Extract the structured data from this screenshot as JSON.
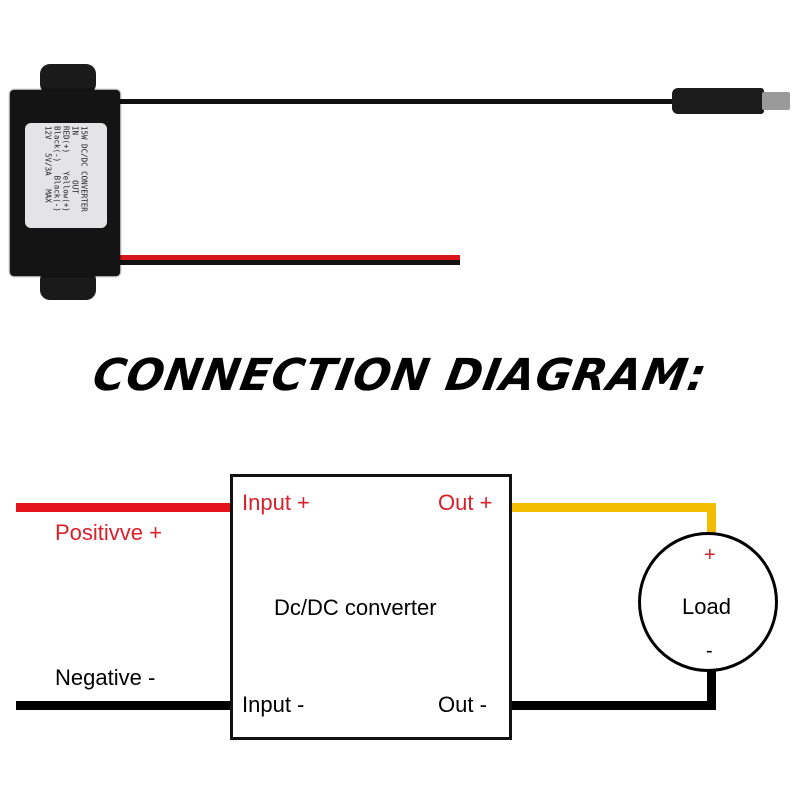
{
  "product": {
    "label_lines": [
      "15W DC/DC CONVERTER",
      "IN          OUT",
      "RED(+)    Yellow(+)",
      "Black(-)   Black(-)",
      "12V   5V/3A   MAX"
    ]
  },
  "title": "CONNECTION DIAGRAM:",
  "diagram": {
    "converter_label": "Dc/DC converter",
    "input_pos": "Input +",
    "input_neg": "Input -",
    "out_pos": "Out +",
    "out_neg": "Out -",
    "positive_wire": "Positivve +",
    "negative_wire": "Negative -",
    "load": "Load",
    "load_plus": "+",
    "load_minus": "-",
    "colors": {
      "positive": "#e5141c",
      "output": "#f2bc00",
      "ground": "#000000"
    }
  }
}
